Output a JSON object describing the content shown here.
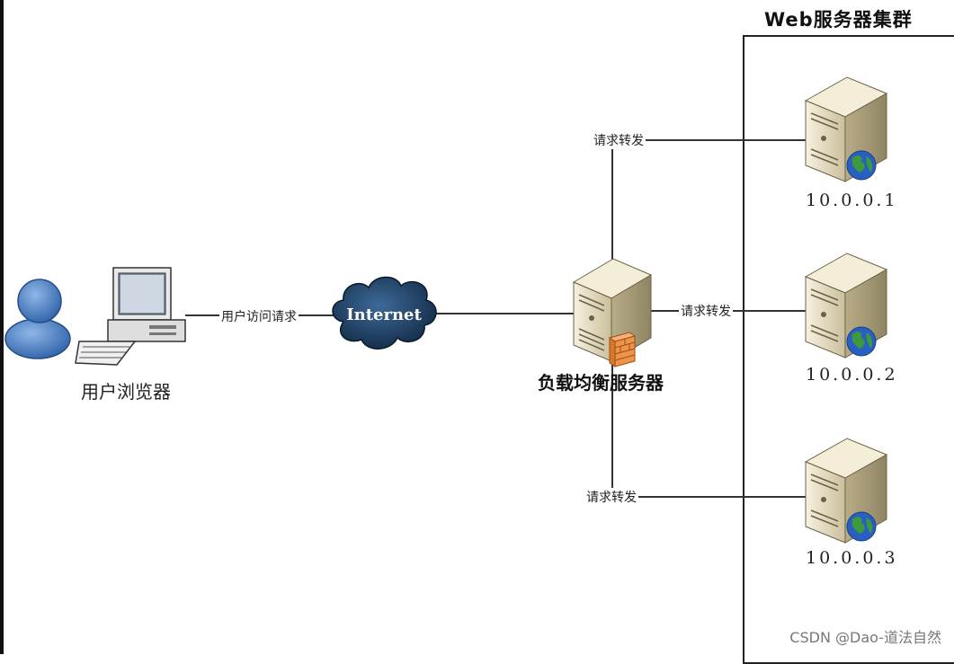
{
  "cluster": {
    "title": "Web服务器集群"
  },
  "user": {
    "browser_label": "用户浏览器"
  },
  "request_label": "用户访问请求",
  "cloud": {
    "label": "Internet"
  },
  "load_balancer": {
    "label": "负载均衡服务器"
  },
  "forward_label": "请求转发",
  "servers": [
    {
      "ip": "10.0.0.1"
    },
    {
      "ip": "10.0.0.2"
    },
    {
      "ip": "10.0.0.3"
    }
  ],
  "watermark": "CSDN @Dao-道法自然",
  "colors": {
    "user_blue": "#4a7fc0",
    "cloud_dark": "#1c3b5e",
    "server_body": "#e8dfc3",
    "globe_blue": "#2a5fc2",
    "globe_green": "#3c9a3c",
    "firewall_orange": "#e38a3a"
  },
  "icons": [
    "user-icon",
    "computer-icon",
    "cloud-icon",
    "server-icon",
    "firewall-icon",
    "globe-icon"
  ]
}
